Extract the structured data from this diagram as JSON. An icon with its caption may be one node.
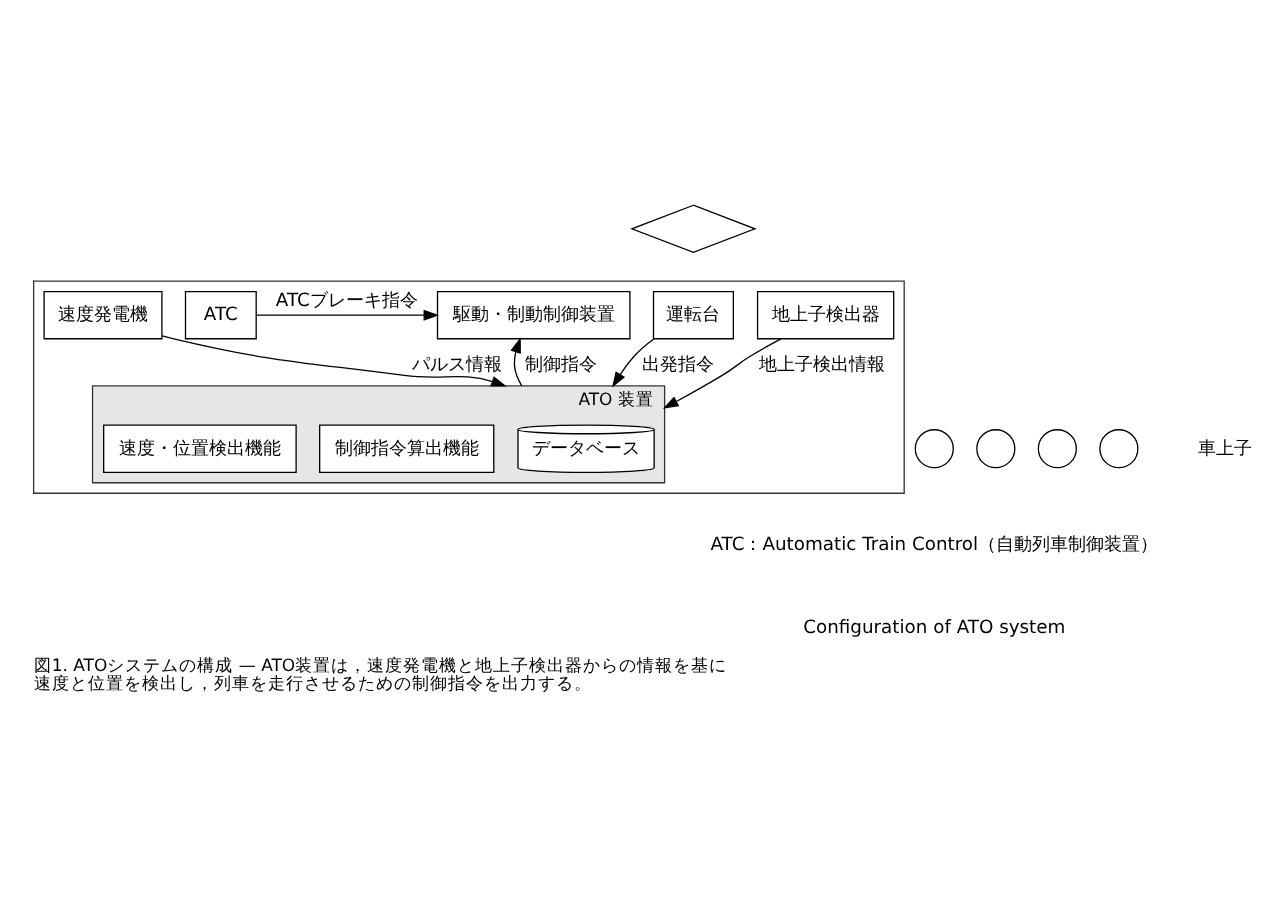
{
  "diagram": {
    "caption": "図1. ATOシステムの構成 — ATO装置は，速度発電機と地上子検出器からの情報を基に速度と位置を検出し，列車を走行させるための制御指令を出力する。",
    "nodes": [
      {
        "text": [],
        "shape": "diamond"
      },
      {
        "text": [],
        "shape": "box"
      },
      {
        "text": [
          "運転台"
        ],
        "in": 1
      },
      {
        "text": [
          "ATO 装置"
        ],
        "in": 1
      },
      {
        "text": [
          "データベース"
        ],
        "in": 3
      },
      {
        "text": [
          "制御指令算出機能"
        ],
        "in": 3
      },
      {
        "text": [
          "速度・位置検出機能"
        ],
        "in": 3
      },
      {
        "text": [
          "ATC"
        ],
        "in": 1
      },
      {
        "text": [
          "駆動・制動制御装置"
        ],
        "in": 1
      },
      {
        "text": [
          "速度発電機"
        ],
        "in": 1
      },
      {
        "text": [
          "地上子検出器"
        ],
        "in": 1
      },
      {
        "text": [],
        "shape": "circle"
      },
      {
        "text": [],
        "shape": "circle"
      },
      {
        "text": [],
        "shape": "circle"
      },
      {
        "text": [],
        "shape": "circle"
      }
    ],
    "edges": [
      {
        "from": 2,
        "to": 3,
        "arrow": "to",
        "label": "出発指令"
      },
      {
        "from": 3,
        "to": 8,
        "arrow": "to",
        "label": "制御指令"
      },
      {
        "from": 7,
        "to": 8,
        "arrow": "to",
        "label": "ATCブレーキ指令"
      },
      {
        "from": 9,
        "to": 3,
        "arrow": "to",
        "label": "パルス情報"
      },
      {
        "from": 10,
        "to": 3,
        "arrow": "to",
        "label": "地上子検出情報"
      }
    ],
    "labels": [
      "車上子",
      "ATC：Automatic Train Control（自動列車制御装置）",
      "Configuration of ATO system"
    ]
  }
}
